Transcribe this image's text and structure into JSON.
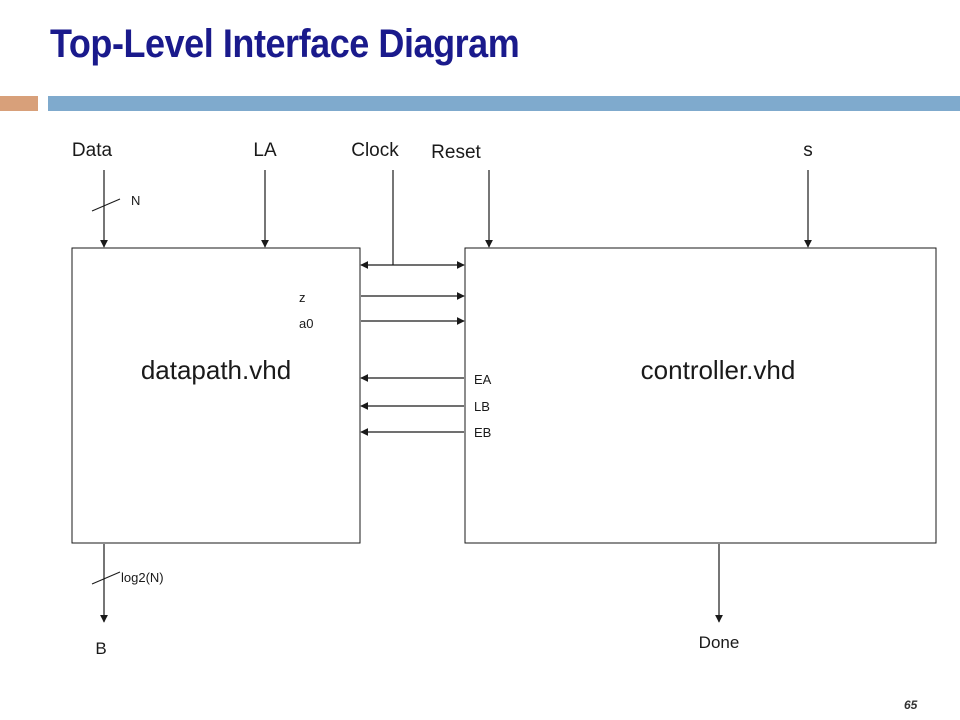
{
  "title": "Top-Level Interface Diagram",
  "page_number": "65",
  "accent_colors": {
    "title": "#1a1a8c",
    "bar_left": "#d8a07a",
    "bar_right": "#7faacd"
  },
  "blocks": {
    "datapath": "datapath.vhd",
    "controller": "controller.vhd"
  },
  "inputs": {
    "data": "Data",
    "data_width": "N",
    "la": "LA",
    "clock": "Clock",
    "reset": "Reset",
    "s": "s"
  },
  "signals": {
    "z": "z",
    "a0": "a0",
    "ea": "EA",
    "lb": "LB",
    "eb": "EB"
  },
  "outputs": {
    "b": "B",
    "b_width": "log2(N)",
    "done": "Done"
  }
}
